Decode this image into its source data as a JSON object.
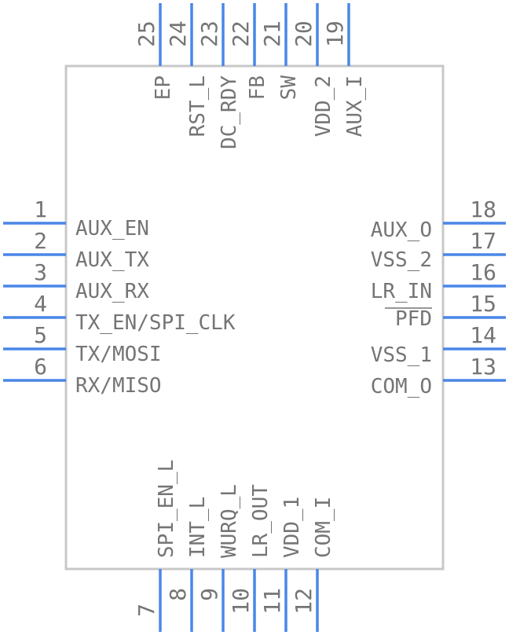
{
  "component": {
    "colors": {
      "pin": "#4a86e8",
      "outline": "#c8c8c8",
      "text": "#757575"
    },
    "left_pins": [
      {
        "num": "1",
        "name": "AUX_EN"
      },
      {
        "num": "2",
        "name": "AUX_TX"
      },
      {
        "num": "3",
        "name": "AUX_RX"
      },
      {
        "num": "4",
        "name": "TX_EN/SPI_CLK"
      },
      {
        "num": "5",
        "name": "TX/MOSI"
      },
      {
        "num": "6",
        "name": "RX/MISO"
      }
    ],
    "right_pins": [
      {
        "num": "18",
        "name": "AUX_O"
      },
      {
        "num": "17",
        "name": "VSS_2"
      },
      {
        "num": "16",
        "name": "LR_IN"
      },
      {
        "num": "15",
        "name": "PFD"
      },
      {
        "num": "14",
        "name": "VSS_1"
      },
      {
        "num": "13",
        "name": "COM_O"
      }
    ],
    "top_pins": [
      {
        "num": "25",
        "name": "EP"
      },
      {
        "num": "24",
        "name": "RST_L"
      },
      {
        "num": "23",
        "name": "DC_RDY"
      },
      {
        "num": "22",
        "name": "FB"
      },
      {
        "num": "21",
        "name": "SW"
      },
      {
        "num": "20",
        "name": "VDD_2"
      },
      {
        "num": "19",
        "name": "AUX_I"
      }
    ],
    "bottom_pins": [
      {
        "num": "7",
        "name": "SPI_EN_L"
      },
      {
        "num": "8",
        "name": "INT_L"
      },
      {
        "num": "9",
        "name": "WURQ_L"
      },
      {
        "num": "10",
        "name": "LR_OUT"
      },
      {
        "num": "11",
        "name": "VDD_1"
      },
      {
        "num": "12",
        "name": "COM_I"
      }
    ]
  }
}
